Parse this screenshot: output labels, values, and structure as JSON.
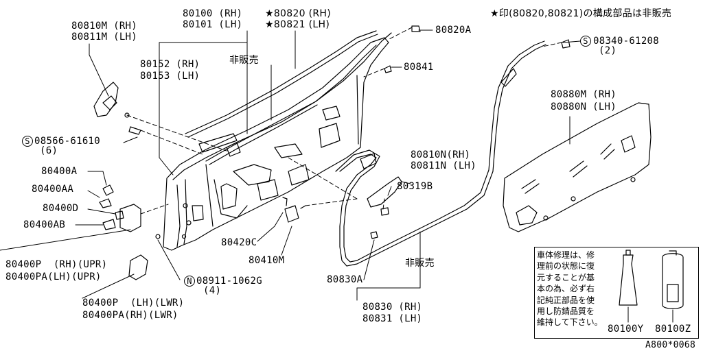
{
  "diagram": {
    "note_top": "★印(80820,80821)の構成部品は非販売",
    "footer_code": "A800*0068",
    "labels": {
      "p80100": "80100 (RH)",
      "p80101": "80101 (LH)",
      "p80820": "★80820 (RH)",
      "p80821": "★80821 (LH)",
      "p80820A": "80820A",
      "p08340": "08340-61208",
      "p08340_qty": "(2)",
      "p80810M": "80810M (RH)",
      "p80811M": "80811M (LH)",
      "p80152": "80152 (RH)",
      "p80153": "80153 (LH)",
      "hihanbai1": "非販売",
      "p80841": "80841",
      "p80880M": "80880M (RH)",
      "p80880N": "80880N (LH)",
      "p08566": "08566-61610",
      "p08566_qty": "(6)",
      "p80400A": "80400A",
      "p80400AA": "80400AA",
      "p80400D": "80400D",
      "p80400AB": "80400AB",
      "p80810N": "80810N(RH)",
      "p80811N": "80811N (LH)",
      "p80319B": "80319B",
      "p80420C": "80420C",
      "p80410M": "80410M",
      "p80400P_upr": "80400P  (RH)(UPR)",
      "p80400PA_upr": "80400PA(LH)(UPR)",
      "p08911": "08911-1062G",
      "p08911_qty": "(4)",
      "p80830A": "80830A",
      "hihanbai2": "非販売",
      "p80400P_lwr": "80400P  (LH)(LWR)",
      "p80400PA_lwr": "80400PA(RH)(LWR)",
      "p80830": "80830 (RH)",
      "p80831": "80831 (LH)",
      "p80100Y": "80100Y",
      "p80100Z": "80100Z"
    },
    "circle_marks": {
      "s1": "S",
      "s2": "S",
      "n1": "N"
    },
    "note_box_text": "車体修理は、修\n理前の状態に復\n元することが基\n本の為、必ず右\n記純正部品を使\n用し防錆品質を\n維持して下さい。"
  }
}
